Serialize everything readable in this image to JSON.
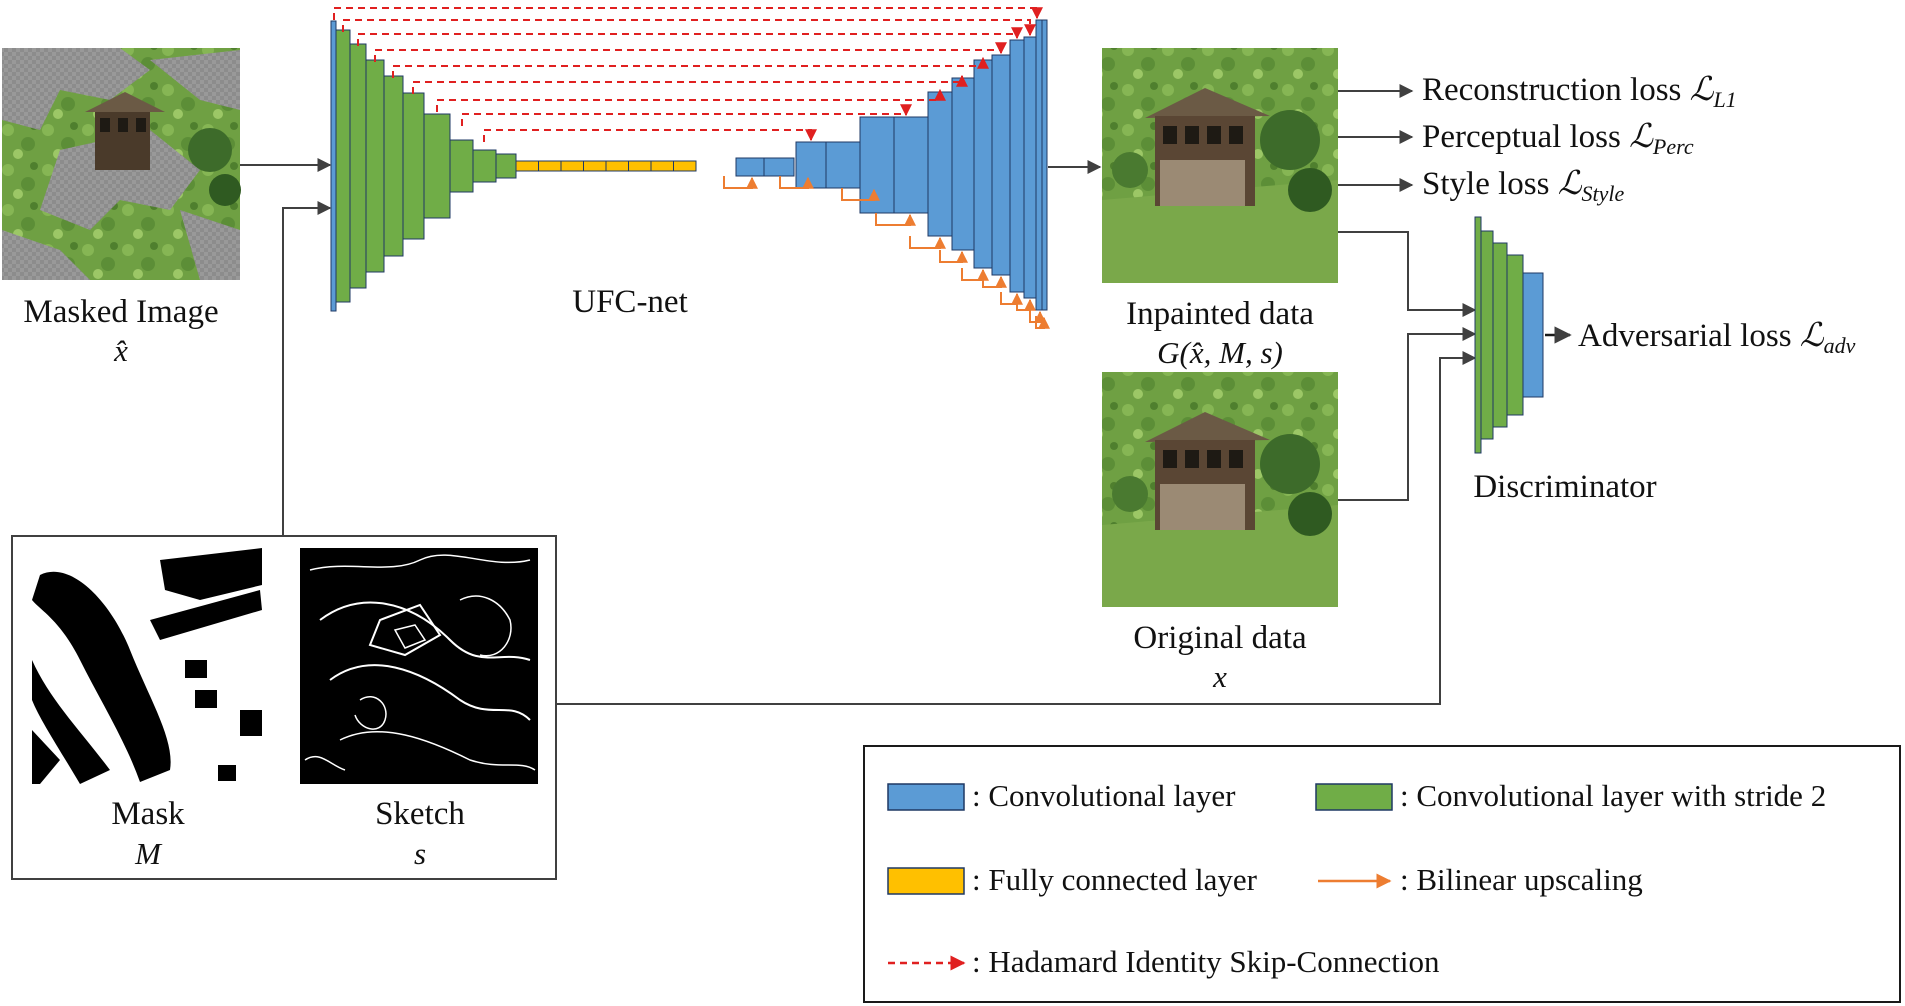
{
  "colors": {
    "conv": "#5b9bd5",
    "conv_stride2": "#70ad47",
    "fully_connected": "#ffc000",
    "bilinear": "#ed7d31",
    "skip": "#e02020",
    "stroke": "#1f3864",
    "line": "#404040"
  },
  "images": {
    "masked": {
      "label": "Masked Image",
      "symbol": "x̂"
    },
    "inpainted": {
      "label": "Inpainted data",
      "symbol": "G(x̂, M, s)"
    },
    "original": {
      "label": "Original data",
      "symbol": "x"
    },
    "mask": {
      "label": "Mask",
      "symbol": "M"
    },
    "sketch": {
      "label": "Sketch",
      "symbol": "s"
    }
  },
  "network": {
    "name": "UFC-net",
    "discriminator": "Discriminator"
  },
  "losses": {
    "reconstruction": {
      "text": "Reconstruction loss ",
      "symbol": "ℒ",
      "sub": "L1"
    },
    "perceptual": {
      "text": "Perceptual loss ",
      "symbol": "ℒ",
      "sub": "Perc"
    },
    "style": {
      "text": "Style loss ",
      "symbol": "ℒ",
      "sub": "Style"
    },
    "adversarial": {
      "text": "Adversarial loss ",
      "symbol": "ℒ",
      "sub": "adv"
    }
  },
  "legend": {
    "conv": ": Convolutional layer",
    "conv_stride2": ": Convolutional layer with stride 2",
    "fully_connected": ": Fully connected layer",
    "bilinear": ": Bilinear upscaling",
    "skip": ": Hadamard Identity Skip-Connection"
  }
}
